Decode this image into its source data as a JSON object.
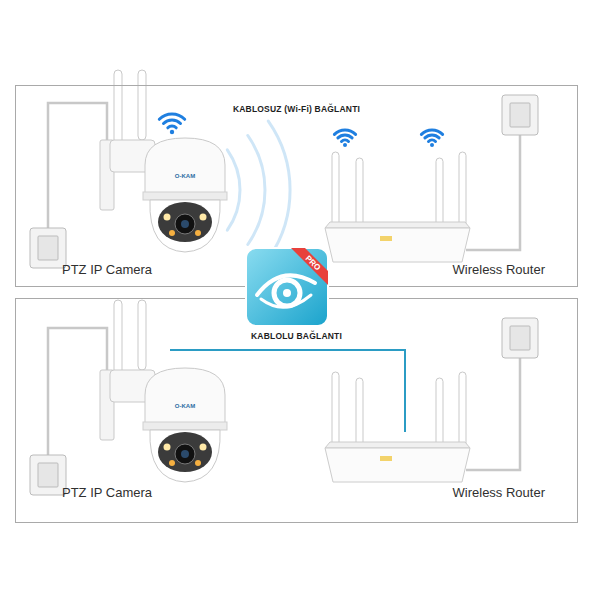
{
  "diagram": {
    "nodes": [
      {
        "text": [
          "KABLOSUZ (Wi-Fi) BAĞLANTI"
        ]
      },
      {
        "text": [
          "PTZ IP Camera"
        ],
        "in": 0
      },
      {
        "text": [
          "Wireless Router"
        ],
        "in": 0
      },
      {
        "text": [
          "KABLOLU BAĞLANTI"
        ]
      },
      {
        "text": [
          "PTZ IP Camera"
        ],
        "in": 3
      },
      {
        "text": [
          "Wireless Router"
        ],
        "in": 3
      }
    ],
    "edges": [
      {
        "from": 4,
        "to": 5,
        "arrow": "none"
      }
    ],
    "labels": [
      "PRO",
      "O-KAM",
      "O-KAM"
    ]
  }
}
